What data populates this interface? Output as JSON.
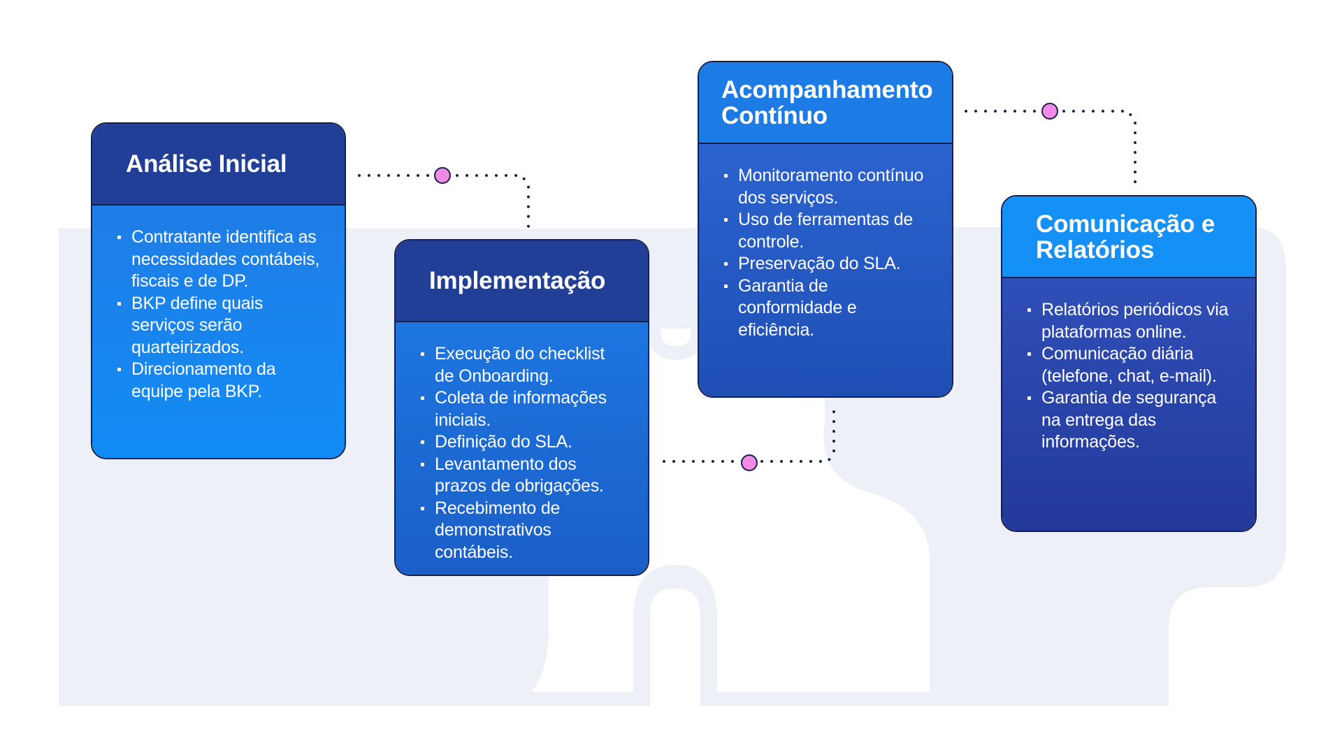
{
  "steps": [
    {
      "title": "Análise Inicial",
      "items": [
        "Contratante identifica as necessidades contábeis, fiscais e de DP.",
        "BKP define quais serviços serão quarteirizados.",
        "Direcionamento da equipe pela BKP."
      ]
    },
    {
      "title": "Implementação",
      "items": [
        "Execução do checklist de Onboarding.",
        "Coleta de informações iniciais.",
        "Definição do SLA.",
        "Levantamento dos prazos de obrigações.",
        "Recebimento de demonstrativos contábeis."
      ]
    },
    {
      "title": "Acompanhamento Contínuo",
      "items": [
        "Monitoramento contínuo dos serviços.",
        "Uso de ferramentas de controle.",
        "Preservação do SLA.",
        "Garantia de conformidade e eficiência."
      ]
    },
    {
      "title": "Comunicação e Relatórios",
      "items": [
        "Relatórios periódicos via plataformas online.",
        "Comunicação diária (telefone, chat, e-mail).",
        "Garantia de segurança na entrega das informações."
      ]
    }
  ],
  "colors": {
    "outline": "#16204a",
    "connector_dot": "#f28be6",
    "background_shape": "#edf0f6"
  }
}
